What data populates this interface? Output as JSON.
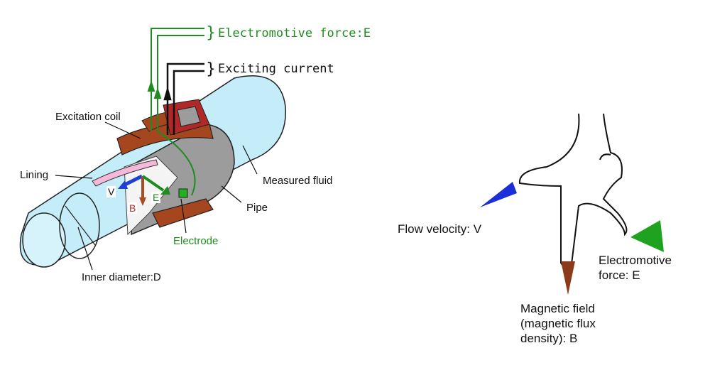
{
  "meter_diagram": {
    "signals": {
      "emf": "Electromotive force:E",
      "current": "Exciting current"
    },
    "labels": {
      "coil": "Excitation coil",
      "lining": "Lining",
      "fluid": "Measured fluid",
      "pipe": "Pipe",
      "electrode": "Electrode",
      "diameter": "Inner diameter:D"
    },
    "vectors": {
      "v": "V",
      "b": "B",
      "e": "E"
    },
    "colors": {
      "pipe_fluid": "#bfe8f6",
      "coil": "#a6461f",
      "pipe_metal": "#9a9a9a",
      "emf_green": "#1e8c1e",
      "v_blue": "#1f3fd6",
      "b_red": "#c0282d"
    }
  },
  "hand_diagram": {
    "labels": {
      "velocity": "Flow velocity: V",
      "emf_line1": "Electromotive",
      "emf_line2": "force: E",
      "field_line1": "Magnetic field",
      "field_line2": "(magnetic flux",
      "field_line3": "density): B"
    },
    "colors": {
      "velocity": "#1a2fd8",
      "emf": "#1fa21f",
      "field": "#8b3a1a"
    }
  }
}
